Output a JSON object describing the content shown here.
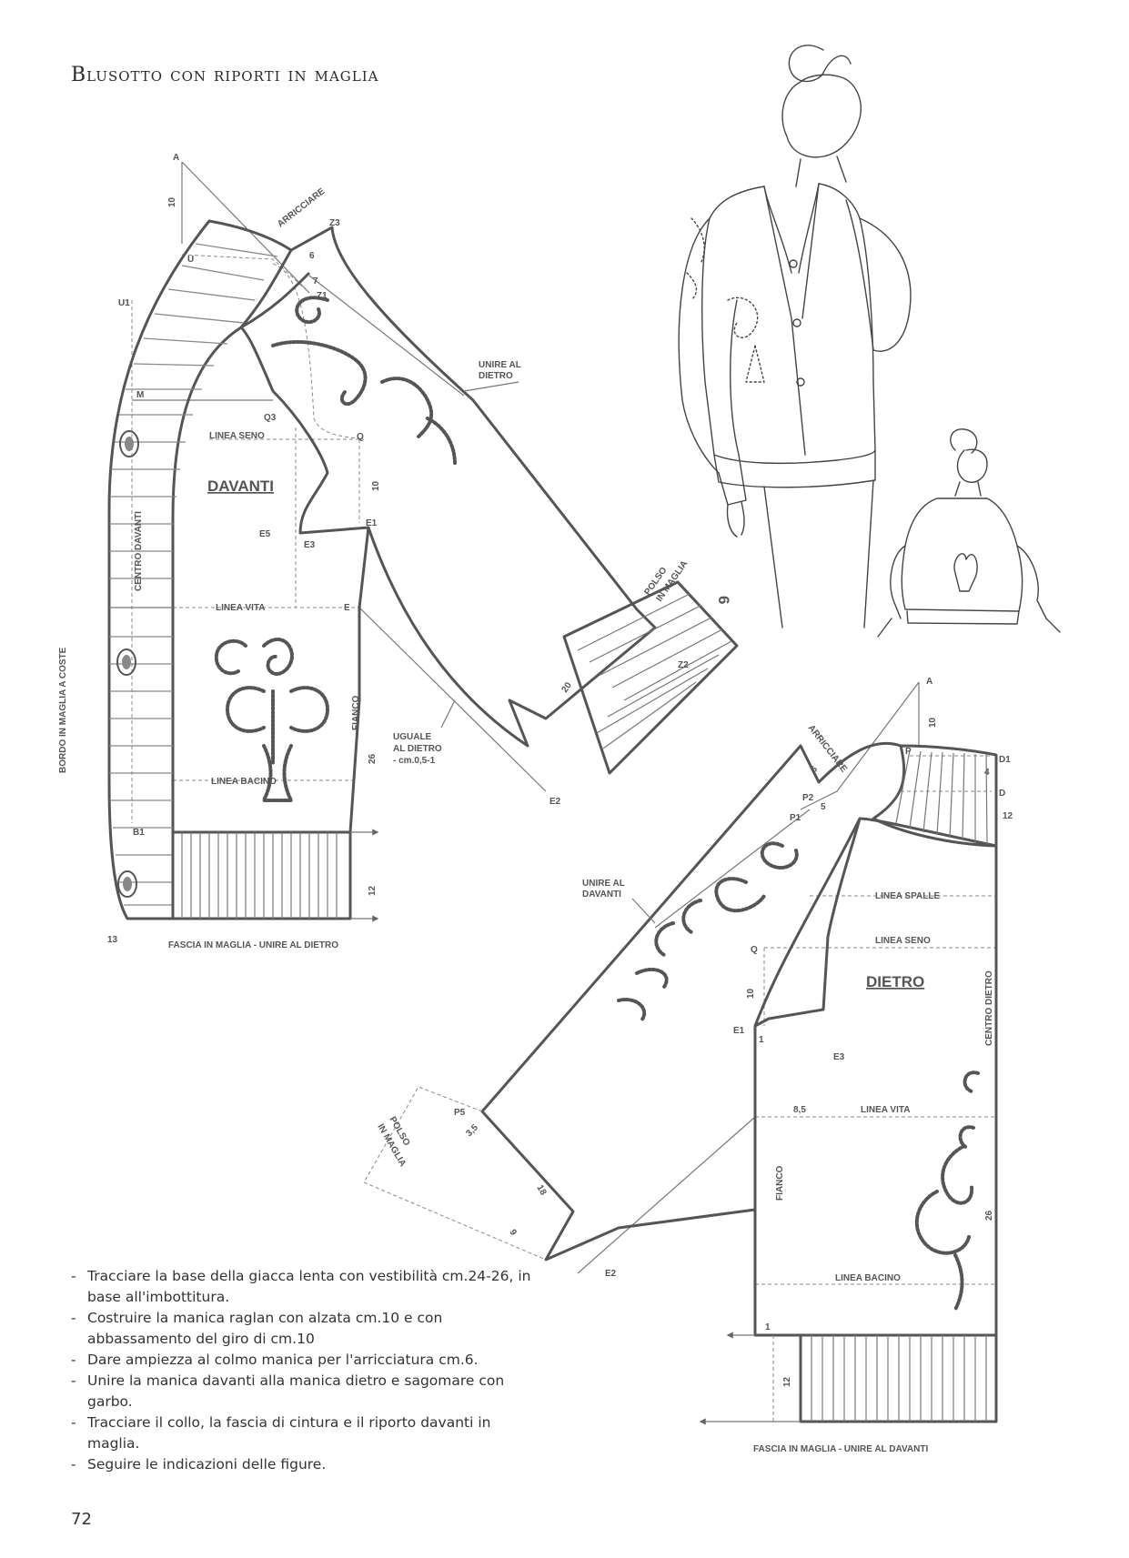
{
  "title": "Blusotto con riporti in maglia",
  "page_number": "72",
  "instructions": [
    "Tracciare la base della giacca lenta con vestibilità cm.24-26, in base all'imbottitura.",
    "Costruire la manica raglan con alzata cm.10 e con abbassamento del giro di cm.10",
    "Dare ampiezza al colmo manica per l'arricciatura cm.6.",
    "Unire la manica davanti alla manica dietro e sagomare con garbo.",
    "Tracciare il collo, la fascia di cintura e il riporto davanti in maglia.",
    "Seguire le indicazioni delle figure."
  ],
  "front": {
    "name": "DAVANTI",
    "points": {
      "A": "A",
      "U": "U",
      "U1": "U1",
      "M": "M",
      "Z3": "Z3",
      "Z1": "Z1",
      "Q3": "Q3",
      "Q": "Q",
      "E5": "E5",
      "E3": "E3",
      "E1": "E1",
      "E": "E",
      "E2": "E2",
      "B1": "B1",
      "Z2": "Z2"
    },
    "labels": {
      "arricciare": "ARRICCIARE",
      "unire_al_dietro": [
        "UNIRE AL",
        "DIETRO"
      ],
      "linea_seno": "LINEA SENO",
      "linea_vita": "LINEA VITA",
      "linea_bacino": "LINEA BACINO",
      "centro_davanti": "CENTRO DAVANTI",
      "fianco": "FIANCO",
      "bordo": "BORDO IN MAGLIA A COSTE",
      "polso": [
        "POLSO",
        "IN MAGLIA"
      ],
      "uguale": [
        "UGUALE",
        "AL DIETRO",
        "- cm.0,5-1"
      ],
      "fascia": "FASCIA IN MAGLIA - UNIRE AL DIETRO"
    },
    "measures": {
      "m10a": "10",
      "m6": "6",
      "m7": "7",
      "m10b": "10",
      "m20": "20",
      "m6b": "6",
      "m26": "26",
      "m12": "12",
      "m13": "13"
    }
  },
  "back": {
    "name": "DIETRO",
    "points": {
      "A": "A",
      "P": "P",
      "D1": "D1",
      "D": "D",
      "P2": "P2",
      "P1": "P1",
      "Q": "Q",
      "E1": "E1",
      "E3": "E3",
      "P5": "P5",
      "E2": "E2"
    },
    "labels": {
      "arricciare": "ARRICCIARE",
      "unire_al_davanti": [
        "UNIRE AL",
        "DAVANTI"
      ],
      "linea_spalle": "LINEA SPALLE",
      "linea_seno": "LINEA SENO",
      "linea_vita": "LINEA VITA",
      "linea_bacino": "LINEA BACINO",
      "centro_dietro": "CENTRO DIETRO",
      "fianco": "FIANCO",
      "polso": [
        "POLSO",
        "IN MAGLIA"
      ],
      "fascia": "FASCIA IN MAGLIA - UNIRE AL DAVANTI"
    },
    "measures": {
      "m10": "10",
      "m4": "4",
      "m12a": "12",
      "m6": "6",
      "m5": "5",
      "m10b": "10",
      "m1a": "1",
      "m85": "8,5",
      "m26": "26",
      "m35": "3,5",
      "m18": "18",
      "m9": "9",
      "m1b": "1",
      "m12b": "12"
    }
  }
}
